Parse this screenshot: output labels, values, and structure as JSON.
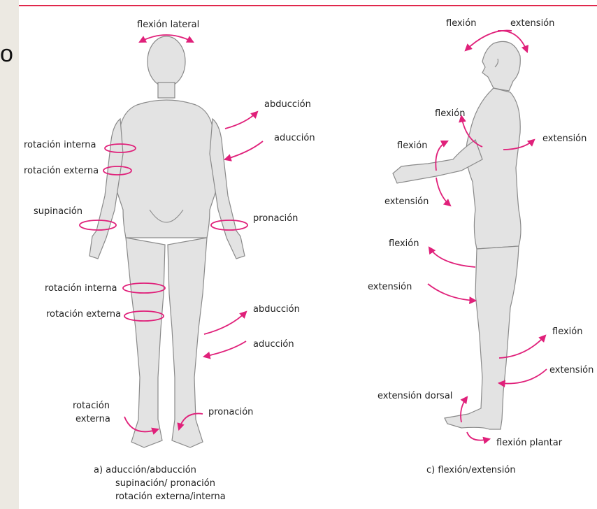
{
  "slide": {
    "edge_glyph": "o"
  },
  "colors": {
    "accent": "#e0207a",
    "rule": "#e0284c",
    "figure_fill": "#e3e3e3"
  },
  "front_view": {
    "labels": {
      "flexion_lateral": "flexión lateral",
      "abduccion_arm": "abducción",
      "aduccion_arm": "aducción",
      "rotacion_interna_arm": "rotación interna",
      "rotacion_externa_arm": "rotación externa",
      "supinacion": "supinación",
      "pronacion_hand": "pronación",
      "rotacion_interna_leg": "rotación interna",
      "rotacion_externa_leg": "rotación externa",
      "abduccion_leg": "abducción",
      "aduccion_leg": "aducción",
      "rotacion_externa_foot_1": "rotación",
      "rotacion_externa_foot_2": "externa",
      "pronacion_foot": "pronación"
    },
    "caption": {
      "line1": "a)  aducción/abducción",
      "line2": "supinación/ pronación",
      "line3": "rotación externa/interna"
    }
  },
  "side_view": {
    "labels": {
      "flexion_head": "flexión",
      "extension_head": "extensión",
      "flexion_shoulder": "flexión",
      "extension_shoulder": "extensión",
      "flexion_elbow": "flexión",
      "extension_elbow": "extensión",
      "flexion_hip": "flexión",
      "extension_hip": "extensión",
      "flexion_knee": "flexión",
      "extension_knee": "extensión",
      "extension_dorsal": "extensión dorsal",
      "flexion_plantar": "flexión plantar"
    },
    "caption": {
      "line1": "c)  flexión/extensión"
    }
  }
}
